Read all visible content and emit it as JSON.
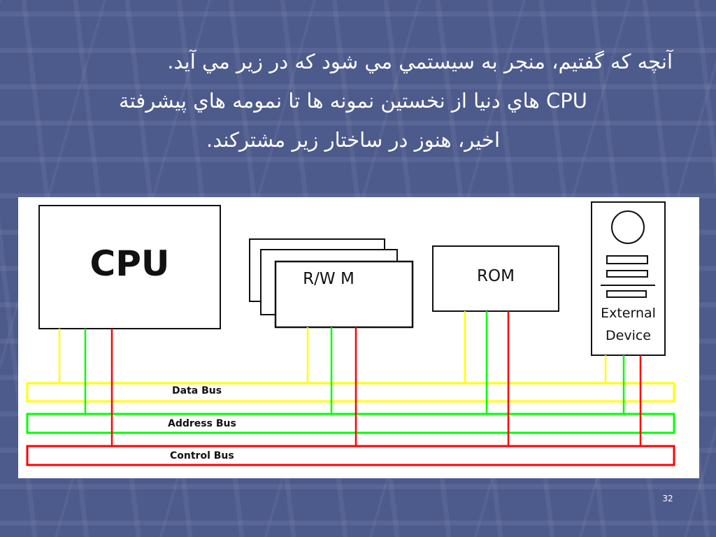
{
  "slide": {
    "title_lines": [
      "آنچه که گفتیم، منجر به سیستمي مي شود که در زير مي آيد.",
      "CPU هاي دنيا از نخستين نمونه ها تا نمومه هاي پيشرفتة",
      "اخير، هنوز در ساختار زير مشترکند."
    ],
    "page_number": "32"
  },
  "diagram": {
    "cpu_label": "CPU",
    "rwm_label": "R/W M",
    "rom_label": "ROM",
    "external_device_lines": [
      "External",
      "Device"
    ],
    "buses": {
      "data": "Data Bus",
      "address": "Address Bus",
      "control": "Control Bus"
    },
    "colors": {
      "data_bus": "#ffff00",
      "address_bus": "#00ff00",
      "control_bus": "#ff0000",
      "background": "#4d5a8c",
      "panel": "#ffffff"
    }
  }
}
